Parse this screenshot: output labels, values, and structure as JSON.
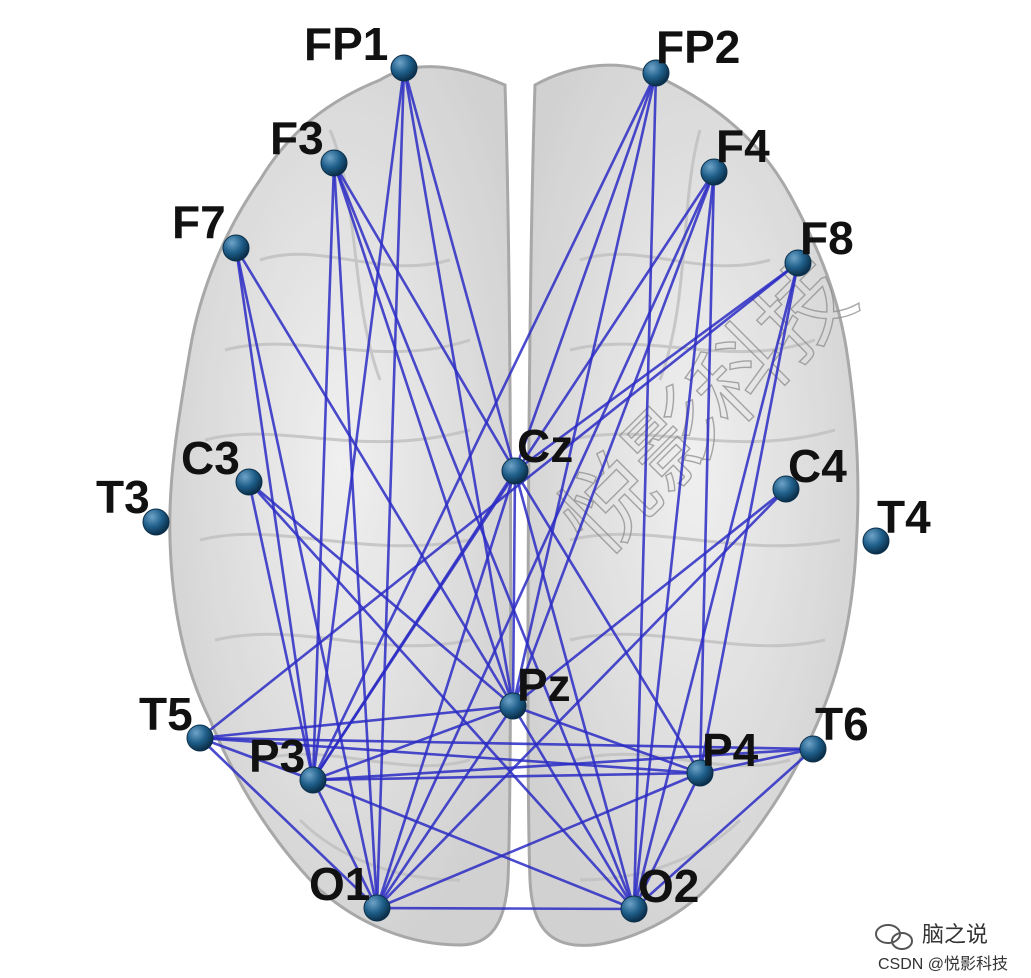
{
  "electrodes": [
    {
      "id": "FP1",
      "label": "FP1"
    },
    {
      "id": "FP2",
      "label": "FP2"
    },
    {
      "id": "F3",
      "label": "F3"
    },
    {
      "id": "F4",
      "label": "F4"
    },
    {
      "id": "F7",
      "label": "F7"
    },
    {
      "id": "F8",
      "label": "F8"
    },
    {
      "id": "C3",
      "label": "C3"
    },
    {
      "id": "Cz",
      "label": "Cz"
    },
    {
      "id": "C4",
      "label": "C4"
    },
    {
      "id": "T3",
      "label": "T3"
    },
    {
      "id": "T4",
      "label": "T4"
    },
    {
      "id": "T5",
      "label": "T5"
    },
    {
      "id": "Pz",
      "label": "Pz"
    },
    {
      "id": "T6",
      "label": "T6"
    },
    {
      "id": "P3",
      "label": "P3"
    },
    {
      "id": "P4",
      "label": "P4"
    },
    {
      "id": "O1",
      "label": "O1"
    },
    {
      "id": "O2",
      "label": "O2"
    }
  ],
  "connections": [
    [
      "FP1",
      "P3"
    ],
    [
      "FP1",
      "Pz"
    ],
    [
      "FP1",
      "O1"
    ],
    [
      "FP1",
      "Cz"
    ],
    [
      "FP2",
      "Cz"
    ],
    [
      "FP2",
      "P3"
    ],
    [
      "FP2",
      "O2"
    ],
    [
      "FP2",
      "Pz"
    ],
    [
      "F3",
      "Pz"
    ],
    [
      "F3",
      "O1"
    ],
    [
      "F3",
      "P3"
    ],
    [
      "F3",
      "O2"
    ],
    [
      "F3",
      "Cz"
    ],
    [
      "F4",
      "Pz"
    ],
    [
      "F4",
      "P4"
    ],
    [
      "F4",
      "O2"
    ],
    [
      "F4",
      "O1"
    ],
    [
      "F4",
      "P3"
    ],
    [
      "F7",
      "P3"
    ],
    [
      "F7",
      "Pz"
    ],
    [
      "F7",
      "O1"
    ],
    [
      "F8",
      "O2"
    ],
    [
      "F8",
      "Cz"
    ],
    [
      "F8",
      "T5"
    ],
    [
      "F8",
      "P4"
    ],
    [
      "C3",
      "P3"
    ],
    [
      "C3",
      "O2"
    ],
    [
      "C3",
      "Pz"
    ],
    [
      "C4",
      "Pz"
    ],
    [
      "C4",
      "O1"
    ],
    [
      "Cz",
      "Pz"
    ],
    [
      "Cz",
      "P3"
    ],
    [
      "Cz",
      "O1"
    ],
    [
      "Cz",
      "O2"
    ],
    [
      "Cz",
      "P4"
    ],
    [
      "T5",
      "P3"
    ],
    [
      "T5",
      "Pz"
    ],
    [
      "T5",
      "P4"
    ],
    [
      "T5",
      "T6"
    ],
    [
      "T5",
      "O1"
    ],
    [
      "Pz",
      "P3"
    ],
    [
      "Pz",
      "P4"
    ],
    [
      "Pz",
      "O1"
    ],
    [
      "Pz",
      "O2"
    ],
    [
      "P3",
      "P4"
    ],
    [
      "P3",
      "O1"
    ],
    [
      "P3",
      "O2"
    ],
    [
      "P3",
      "T6"
    ],
    [
      "P4",
      "O1"
    ],
    [
      "P4",
      "O2"
    ],
    [
      "P4",
      "T6"
    ],
    [
      "O1",
      "O2"
    ],
    [
      "T6",
      "O2"
    ]
  ],
  "colors": {
    "edge": "#2b2bc4",
    "node": "#1f5f8a",
    "brain_fill": "#d6d6d6",
    "brain_stroke": "#9a9a9a"
  },
  "watermark": "悦影科技",
  "credit": {
    "line1": "脑之说",
    "line2": "CSDN @悦影科技"
  }
}
